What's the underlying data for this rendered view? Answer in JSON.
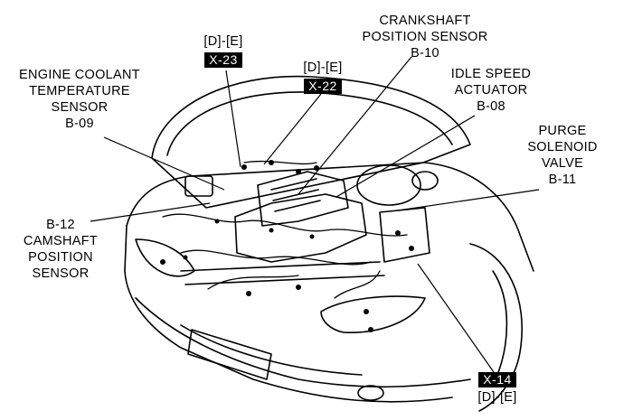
{
  "connectors": [
    {
      "id": "X-23",
      "range": "[D]-[E]"
    },
    {
      "id": "X-22",
      "range": "[D]-[E]"
    },
    {
      "id": "X-14",
      "range": "[D]-[E]"
    }
  ],
  "components": {
    "engine_coolant": {
      "lines": [
        "ENGINE COOLANT",
        "TEMPERATURE",
        "SENSOR"
      ],
      "code": "B-09"
    },
    "crankshaft": {
      "lines": [
        "CRANKSHAFT",
        "POSITION SENSOR"
      ],
      "code": "B-10"
    },
    "idle_speed": {
      "lines": [
        "IDLE SPEED",
        "ACTUATOR"
      ],
      "code": "B-08"
    },
    "purge": {
      "lines": [
        "PURGE",
        "SOLENOID",
        "VALVE"
      ],
      "code": "B-11"
    },
    "camshaft": {
      "lines": [
        "CAMSHAFT",
        "POSITION",
        "SENSOR"
      ],
      "code": "B-12"
    }
  }
}
